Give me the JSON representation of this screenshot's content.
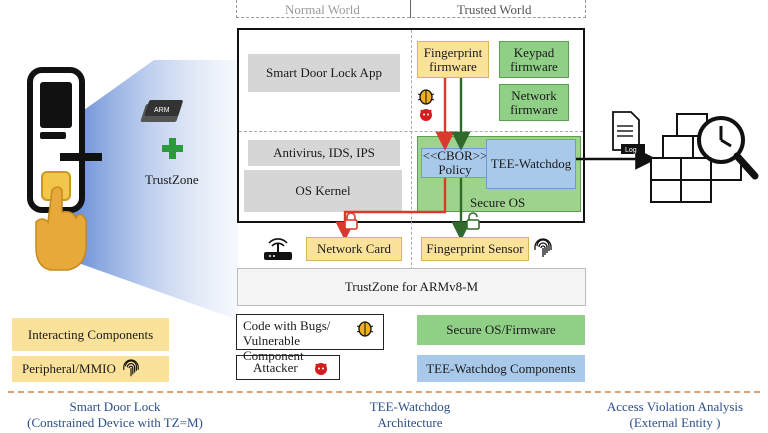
{
  "diagram": {
    "header": {
      "normal_world": "Normal World",
      "trusted_world": "Trusted World"
    },
    "normal_boxes": {
      "app": "Smart Door Lock App",
      "av": "Antivirus, IDS, IPS",
      "kernel": "OS Kernel"
    },
    "trusted_boxes": {
      "fp_firmware": "Fingerprint firmware",
      "keypad_firmware": "Keypad firmware",
      "network_firmware": "Network firmware",
      "cbor_policy": "<<CBOR>> Policy",
      "tee_watchdog": "TEE-Watchdog",
      "secure_os": "Secure OS"
    },
    "peripherals": {
      "network_card": "Network Card",
      "fingerprint_sensor": "Fingerprint Sensor"
    },
    "trustzone_bar": "TrustZone for ARMv8-M",
    "trustzone_label": "TrustZone",
    "chip_label": "ARM",
    "log_label": "Log",
    "legend": {
      "interacting": "Interacting Components",
      "peripheral": "Peripheral/MMIO",
      "buggy": "Code with Bugs/ Vulnerable Component",
      "attacker": "Attacker",
      "secure_os_fw": "Secure OS/Firmware",
      "watchdog_components": "TEE-Watchdog Components"
    },
    "captions": {
      "left_line1": "Smart Door Lock",
      "left_line2": "(Constrained Device with TZ=M)",
      "middle_line1": "TEE-Watchdog",
      "middle_line2": "Architecture",
      "right_line1": "Access Violation Analysis",
      "right_line2": "(External Entity )"
    },
    "colors": {
      "yellow": "#fbe29a",
      "green": "#8fcf86",
      "blue": "#a9c9ea",
      "gray": "#d6d6d6",
      "red_arrow": "#d93a2b",
      "green_arrow": "#2f6a2a",
      "divider": "#e0a070"
    }
  }
}
